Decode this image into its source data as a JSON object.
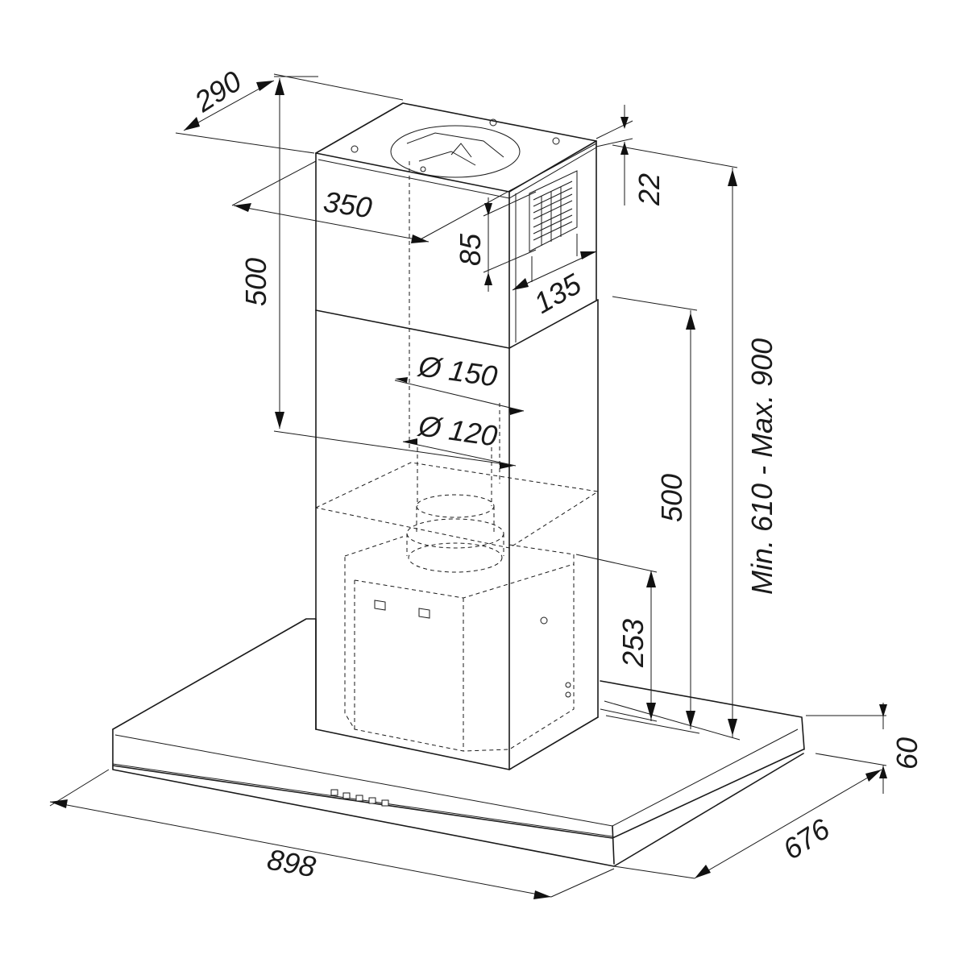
{
  "dimensions": {
    "chimney_depth": "290",
    "chimney_width": "350",
    "upper_chimney_height": "500",
    "top_offset": "22",
    "vent_height": "85",
    "vent_width": "135",
    "outlet_diameter_large": "Ø 150",
    "outlet_diameter_small": "Ø 120",
    "lower_chimney_height": "500",
    "total_height": "Min. 610 - Max. 900",
    "motor_height": "253",
    "canopy_thickness": "60",
    "canopy_depth": "676",
    "canopy_width": "898"
  },
  "colors": {
    "line": "#1a1a1a",
    "background": "#ffffff"
  },
  "control_panel": {
    "button_count": 5
  }
}
